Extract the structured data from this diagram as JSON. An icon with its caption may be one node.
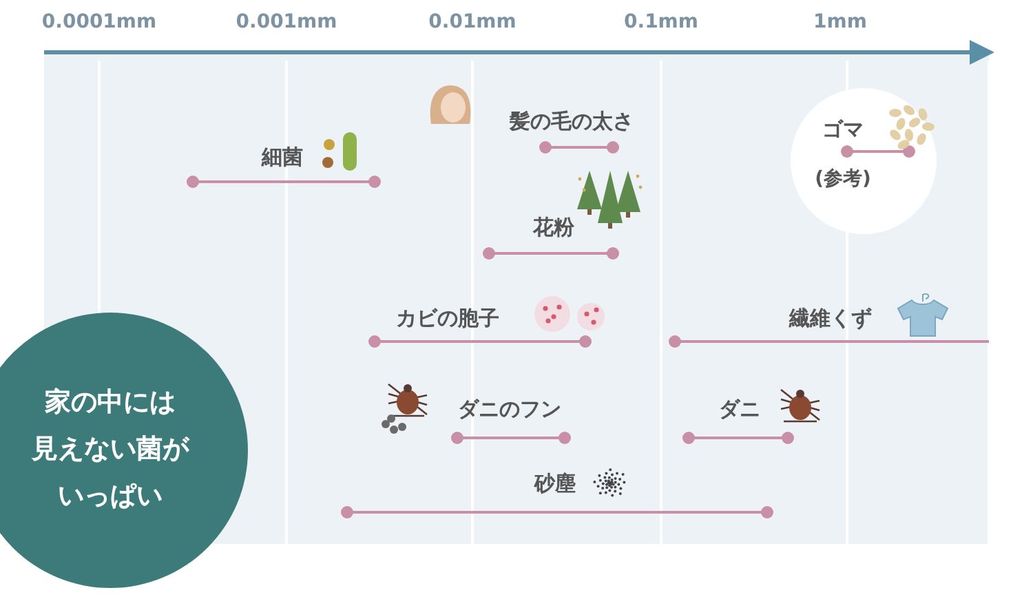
{
  "diagram": {
    "nodes": [
      {
        "text": [
          "家の中には見えない菌がいっぱい"
        ]
      },
      {
        "text": [
          "ゴマ",
          "(参考)"
        ]
      }
    ],
    "labels": [
      "0.0001mm",
      "0.001mm",
      "0.01mm",
      "0.1mm",
      "1mm",
      "髪の毛の太さ",
      "細菌",
      "花粉",
      "カビの胞子",
      "繊維くず",
      "ダニのフン",
      "ダニ",
      "砂塵"
    ]
  }
}
